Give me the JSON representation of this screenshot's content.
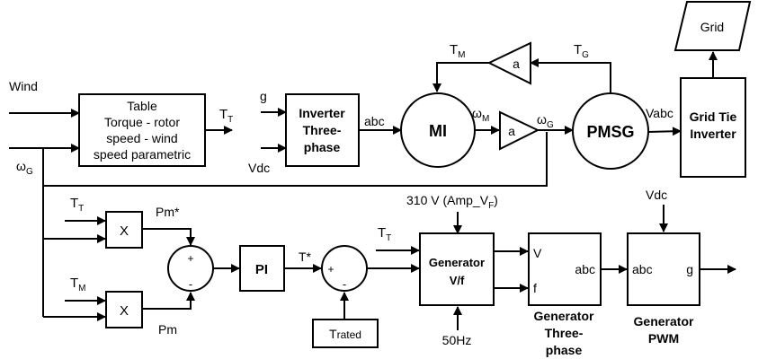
{
  "inputs": {
    "wind": "Wind",
    "omega_g_left": "ω",
    "omega_g_left_sub": "G",
    "g": "g",
    "vdc_inverter": "Vdc",
    "t_t_top": "T",
    "t_t_top_sub": "T",
    "t_m_bottom": "T",
    "t_m_bottom_sub": "M",
    "t_t_generator": "T",
    "t_t_generator_sub": "T",
    "vdc_pwm": "Vdc",
    "voltage_ref": "310 V (Amp_V",
    "voltage_ref_sub": "F",
    "voltage_ref_close": ")",
    "freq": "50Hz"
  },
  "blocks": {
    "table": [
      "Table",
      "Torque - rotor",
      "speed - wind",
      "speed parametric"
    ],
    "inverter": [
      "Inverter",
      "Three-",
      "phase"
    ],
    "mi": "MI",
    "gain_a_mid": "a",
    "gain_a_top": "a",
    "pmsg": "PMSG",
    "grid_tie": [
      "Grid Tie",
      "Inverter"
    ],
    "grid": "Grid",
    "mult_top": "X",
    "mult_bottom": "X",
    "pi": "PI",
    "trated": "T",
    "trated_tail": "rated",
    "generator_vf": [
      "Generator",
      "V/f"
    ],
    "gen3_port_v": "V",
    "gen3_port_f": "f",
    "gen3_port_abc": "abc",
    "pwm_port_abc": "abc",
    "pwm_port_g": "g"
  },
  "signals": {
    "t_t_out": "T",
    "t_t_out_sub": "T",
    "abc": "abc",
    "omega_m": "ω",
    "omega_m_sub": "M",
    "omega_g": "ω",
    "omega_g_sub": "G",
    "vabc": "Vabc",
    "t_m_top": "T",
    "t_m_top_sub": "M",
    "t_g_top": "T",
    "t_g_top_sub": "G",
    "pm_star": "Pm*",
    "pm": "Pm",
    "t_star": "T*",
    "plus": "+",
    "minus": "-"
  },
  "captions": {
    "gen3": [
      "Generator",
      "Three-",
      "phase"
    ],
    "pwm": [
      "Generator",
      "PWM"
    ]
  }
}
